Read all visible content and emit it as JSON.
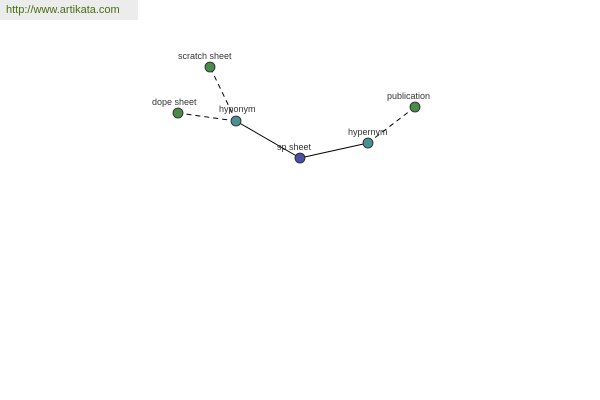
{
  "source": {
    "url_text": "http://www.artikata.com"
  },
  "colors": {
    "center": "#4b4fa3",
    "category": "#4a9090",
    "leaf": "#4a8a4a",
    "edge": "#000000",
    "header_bg": "#ececec",
    "link_text": "#4a6e12"
  },
  "nodes": [
    {
      "id": "sp-sheet",
      "label": "sp sheet",
      "kind": "center"
    },
    {
      "id": "hyponym",
      "label": "hyponym",
      "kind": "category"
    },
    {
      "id": "hypernym",
      "label": "hypernym",
      "kind": "category"
    },
    {
      "id": "scratch-sheet",
      "label": "scratch sheet",
      "kind": "leaf"
    },
    {
      "id": "dope-sheet",
      "label": "dope sheet",
      "kind": "leaf"
    },
    {
      "id": "publication",
      "label": "publication",
      "kind": "leaf"
    }
  ],
  "edges": [
    {
      "from": "sp-sheet",
      "to": "hyponym",
      "style": "solid"
    },
    {
      "from": "sp-sheet",
      "to": "hypernym",
      "style": "solid"
    },
    {
      "from": "hyponym",
      "to": "scratch-sheet",
      "style": "dashed"
    },
    {
      "from": "hyponym",
      "to": "dope-sheet",
      "style": "dashed"
    },
    {
      "from": "hypernym",
      "to": "publication",
      "style": "dashed"
    }
  ]
}
